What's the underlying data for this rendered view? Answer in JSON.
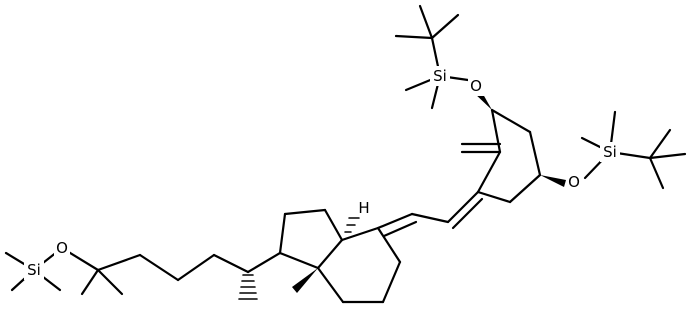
{
  "molecule": {
    "labels": {
      "si_left": "Si",
      "o_left": "O",
      "si_top": "Si",
      "o_top": "O",
      "o_right": "O",
      "si_right": "Si",
      "h_ring": "H"
    }
  },
  "colors": {
    "bond": "#000000",
    "background": "#ffffff"
  }
}
